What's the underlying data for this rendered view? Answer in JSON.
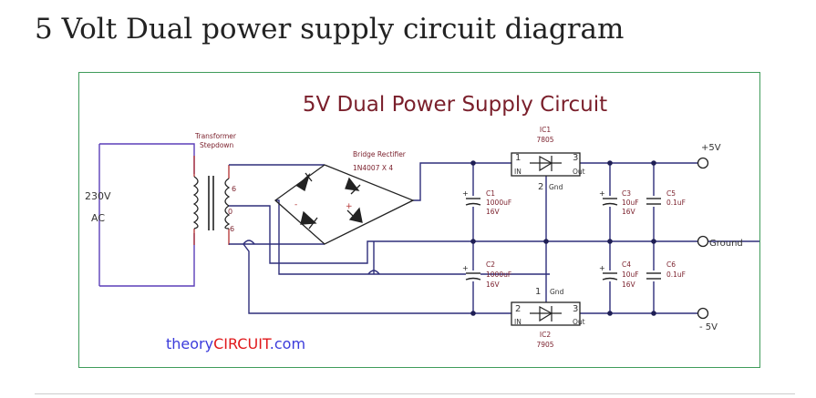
{
  "page": {
    "title": "5 Volt Dual power supply circuit diagram"
  },
  "diagram": {
    "title": "5V Dual Power Supply Circuit",
    "colors": {
      "wire": "#2e2e7a",
      "mains": "#5b3fb8",
      "title": "#7a1f2b",
      "watermark_blue": "#3b3bdb",
      "watermark_red": "#e0181b",
      "junction": "#1f1f55"
    },
    "source": {
      "voltage": "230V",
      "type": "AC"
    },
    "transformer": {
      "label_line1": "Transformer",
      "label_line2": "Stepdown",
      "taps": [
        "6",
        "0",
        "6"
      ]
    },
    "rectifier": {
      "label": "Bridge Rectifier",
      "part": "1N4007 X 4",
      "minus": "-",
      "plus": "+"
    },
    "ic1": {
      "name": "IC1",
      "part": "7805",
      "pin_in": "1",
      "pin_out": "3",
      "pin_gnd": "2",
      "in_label": "IN",
      "out_label": "Out",
      "gnd_label": "Gnd"
    },
    "ic2": {
      "name": "IC2",
      "part": "7905",
      "pin_in": "2",
      "pin_out": "3",
      "pin_gnd": "1",
      "in_label": "IN",
      "out_label": "Out",
      "gnd_label": "Gnd"
    },
    "capacitors": [
      {
        "name": "C1",
        "value": "1000uF",
        "voltage": "16V"
      },
      {
        "name": "C2",
        "value": "1000uF",
        "voltage": "16V"
      },
      {
        "name": "C3",
        "value": "10uF",
        "voltage": "16V"
      },
      {
        "name": "C4",
        "value": "10uF",
        "voltage": "16V"
      },
      {
        "name": "C5",
        "value": "0.1uF"
      },
      {
        "name": "C6",
        "value": "0.1uF"
      }
    ],
    "outputs": {
      "positive": "+5V",
      "ground": "Ground",
      "negative": "- 5V"
    },
    "watermark": {
      "part1": "theory",
      "part2": "CIRCUIT",
      "part3": ".com"
    }
  }
}
